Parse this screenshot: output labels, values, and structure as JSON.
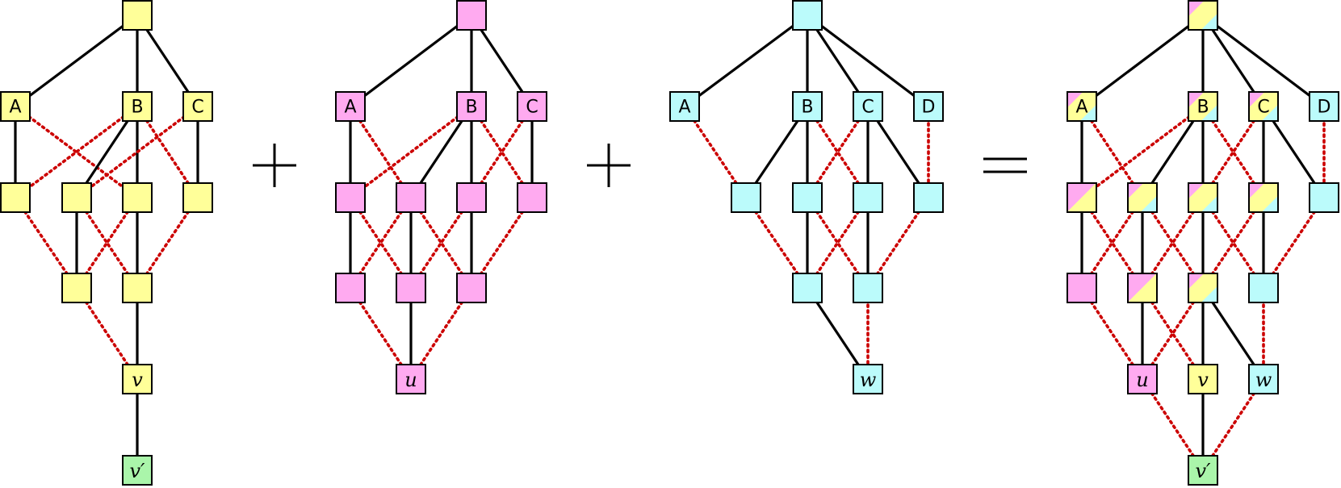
{
  "colors": {
    "yellow": "#ffff99",
    "pink": "#ffaaf0",
    "cyan": "#bbfbfb",
    "green": "#aaf5aa",
    "solid_edge": "#000000",
    "dotted_edge": "#cc0000"
  },
  "operators": [
    "plus",
    "plus",
    "equals"
  ],
  "graphs": [
    {
      "id": "yellow-graph",
      "nodes": [
        {
          "id": "r",
          "fill": [
            "yellow"
          ],
          "label": ""
        },
        {
          "id": "A",
          "fill": [
            "yellow"
          ],
          "label": "A"
        },
        {
          "id": "B",
          "fill": [
            "yellow"
          ],
          "label": "B"
        },
        {
          "id": "C",
          "fill": [
            "yellow"
          ],
          "label": "C"
        },
        {
          "id": "m1",
          "fill": [
            "yellow"
          ],
          "label": ""
        },
        {
          "id": "m2",
          "fill": [
            "yellow"
          ],
          "label": ""
        },
        {
          "id": "m3",
          "fill": [
            "yellow"
          ],
          "label": ""
        },
        {
          "id": "m4",
          "fill": [
            "yellow"
          ],
          "label": ""
        },
        {
          "id": "l1",
          "fill": [
            "yellow"
          ],
          "label": ""
        },
        {
          "id": "l2",
          "fill": [
            "yellow"
          ],
          "label": ""
        },
        {
          "id": "v",
          "fill": [
            "yellow"
          ],
          "label": "v",
          "math": true
        },
        {
          "id": "vp",
          "fill": [
            "green"
          ],
          "label": "v′",
          "math": true
        }
      ],
      "edges": [
        [
          "r",
          "A",
          "solid"
        ],
        [
          "r",
          "B",
          "solid"
        ],
        [
          "r",
          "C",
          "solid"
        ],
        [
          "A",
          "m1",
          "solid"
        ],
        [
          "A",
          "m3",
          "dotted"
        ],
        [
          "B",
          "m1",
          "dotted"
        ],
        [
          "B",
          "m2",
          "solid"
        ],
        [
          "B",
          "m3",
          "solid"
        ],
        [
          "B",
          "m4",
          "dotted"
        ],
        [
          "C",
          "m2",
          "dotted"
        ],
        [
          "C",
          "m4",
          "solid"
        ],
        [
          "m1",
          "l1",
          "dotted"
        ],
        [
          "m2",
          "l1",
          "solid"
        ],
        [
          "m2",
          "l2",
          "dotted"
        ],
        [
          "m3",
          "l1",
          "dotted"
        ],
        [
          "m3",
          "l2",
          "solid"
        ],
        [
          "m4",
          "l2",
          "dotted"
        ],
        [
          "l1",
          "v",
          "dotted"
        ],
        [
          "l2",
          "v",
          "solid"
        ],
        [
          "v",
          "vp",
          "solid"
        ]
      ]
    },
    {
      "id": "pink-graph",
      "nodes": [
        {
          "id": "r",
          "fill": [
            "pink"
          ],
          "label": ""
        },
        {
          "id": "A",
          "fill": [
            "pink"
          ],
          "label": "A"
        },
        {
          "id": "B",
          "fill": [
            "pink"
          ],
          "label": "B"
        },
        {
          "id": "C",
          "fill": [
            "pink"
          ],
          "label": "C"
        },
        {
          "id": "m1",
          "fill": [
            "pink"
          ],
          "label": ""
        },
        {
          "id": "m2",
          "fill": [
            "pink"
          ],
          "label": ""
        },
        {
          "id": "m3",
          "fill": [
            "pink"
          ],
          "label": ""
        },
        {
          "id": "m4",
          "fill": [
            "pink"
          ],
          "label": ""
        },
        {
          "id": "l0",
          "fill": [
            "pink"
          ],
          "label": ""
        },
        {
          "id": "l1",
          "fill": [
            "pink"
          ],
          "label": ""
        },
        {
          "id": "l2",
          "fill": [
            "pink"
          ],
          "label": ""
        },
        {
          "id": "u",
          "fill": [
            "pink"
          ],
          "label": "u",
          "math": true
        }
      ],
      "edges": [
        [
          "r",
          "A",
          "solid"
        ],
        [
          "r",
          "B",
          "solid"
        ],
        [
          "r",
          "C",
          "solid"
        ],
        [
          "A",
          "m1",
          "solid"
        ],
        [
          "A",
          "m2",
          "dotted"
        ],
        [
          "B",
          "m1",
          "dotted"
        ],
        [
          "B",
          "m2",
          "solid"
        ],
        [
          "B",
          "m3",
          "solid"
        ],
        [
          "B",
          "m4",
          "dotted"
        ],
        [
          "C",
          "m3",
          "dotted"
        ],
        [
          "C",
          "m4",
          "solid"
        ],
        [
          "m1",
          "l0",
          "solid"
        ],
        [
          "m1",
          "l1",
          "dotted"
        ],
        [
          "m2",
          "l0",
          "dotted"
        ],
        [
          "m2",
          "l1",
          "solid"
        ],
        [
          "m2",
          "l2",
          "dotted"
        ],
        [
          "m3",
          "l1",
          "dotted"
        ],
        [
          "m3",
          "l2",
          "solid"
        ],
        [
          "m4",
          "l2",
          "dotted"
        ],
        [
          "l0",
          "u",
          "dotted"
        ],
        [
          "l1",
          "u",
          "solid"
        ],
        [
          "l2",
          "u",
          "dotted"
        ]
      ]
    },
    {
      "id": "cyan-graph",
      "nodes": [
        {
          "id": "r",
          "fill": [
            "cyan"
          ],
          "label": ""
        },
        {
          "id": "A",
          "fill": [
            "cyan"
          ],
          "label": "A"
        },
        {
          "id": "B",
          "fill": [
            "cyan"
          ],
          "label": "B"
        },
        {
          "id": "C",
          "fill": [
            "cyan"
          ],
          "label": "C"
        },
        {
          "id": "D",
          "fill": [
            "cyan"
          ],
          "label": "D"
        },
        {
          "id": "m1",
          "fill": [
            "cyan"
          ],
          "label": ""
        },
        {
          "id": "m2",
          "fill": [
            "cyan"
          ],
          "label": ""
        },
        {
          "id": "m3",
          "fill": [
            "cyan"
          ],
          "label": ""
        },
        {
          "id": "m4",
          "fill": [
            "cyan"
          ],
          "label": ""
        },
        {
          "id": "l1",
          "fill": [
            "cyan"
          ],
          "label": ""
        },
        {
          "id": "l2",
          "fill": [
            "cyan"
          ],
          "label": ""
        },
        {
          "id": "w",
          "fill": [
            "cyan"
          ],
          "label": "w",
          "math": true
        }
      ],
      "edges": [
        [
          "r",
          "A",
          "solid"
        ],
        [
          "r",
          "B",
          "solid"
        ],
        [
          "r",
          "C",
          "solid"
        ],
        [
          "r",
          "D",
          "solid"
        ],
        [
          "A",
          "m1",
          "dotted"
        ],
        [
          "B",
          "m1",
          "solid"
        ],
        [
          "B",
          "m2",
          "solid"
        ],
        [
          "B",
          "m3",
          "dotted"
        ],
        [
          "C",
          "m2",
          "dotted"
        ],
        [
          "C",
          "m3",
          "solid"
        ],
        [
          "C",
          "m4",
          "solid"
        ],
        [
          "D",
          "m4",
          "dotted"
        ],
        [
          "m1",
          "l1",
          "dotted"
        ],
        [
          "m2",
          "l1",
          "solid"
        ],
        [
          "m2",
          "l2",
          "dotted"
        ],
        [
          "m3",
          "l1",
          "dotted"
        ],
        [
          "m3",
          "l2",
          "solid"
        ],
        [
          "m4",
          "l2",
          "dotted"
        ],
        [
          "l1",
          "w",
          "solid"
        ],
        [
          "l2",
          "w",
          "dotted"
        ]
      ]
    },
    {
      "id": "sum-graph",
      "nodes": [
        {
          "id": "r",
          "fill": [
            "pink",
            "yellow",
            "cyan"
          ],
          "label": ""
        },
        {
          "id": "A",
          "fill": [
            "pink",
            "yellow",
            "cyan"
          ],
          "label": "A"
        },
        {
          "id": "B",
          "fill": [
            "pink",
            "yellow",
            "cyan"
          ],
          "label": "B"
        },
        {
          "id": "C",
          "fill": [
            "pink",
            "yellow",
            "cyan"
          ],
          "label": "C"
        },
        {
          "id": "D",
          "fill": [
            "cyan"
          ],
          "label": "D"
        },
        {
          "id": "m1",
          "fill": [
            "pink",
            "yellow"
          ],
          "label": ""
        },
        {
          "id": "m2",
          "fill": [
            "pink",
            "yellow",
            "cyan"
          ],
          "label": ""
        },
        {
          "id": "m3",
          "fill": [
            "pink",
            "yellow",
            "cyan"
          ],
          "label": ""
        },
        {
          "id": "m4",
          "fill": [
            "pink",
            "yellow",
            "cyan"
          ],
          "label": ""
        },
        {
          "id": "m5",
          "fill": [
            "cyan"
          ],
          "label": ""
        },
        {
          "id": "l1",
          "fill": [
            "pink"
          ],
          "label": ""
        },
        {
          "id": "l2",
          "fill": [
            "pink",
            "yellow"
          ],
          "label": ""
        },
        {
          "id": "l3",
          "fill": [
            "pink",
            "yellow",
            "cyan"
          ],
          "label": ""
        },
        {
          "id": "l4",
          "fill": [
            "cyan"
          ],
          "label": ""
        },
        {
          "id": "u",
          "fill": [
            "pink"
          ],
          "label": "u",
          "math": true
        },
        {
          "id": "v",
          "fill": [
            "yellow"
          ],
          "label": "v",
          "math": true
        },
        {
          "id": "w",
          "fill": [
            "cyan"
          ],
          "label": "w",
          "math": true
        },
        {
          "id": "vp",
          "fill": [
            "green"
          ],
          "label": "v′",
          "math": true
        }
      ],
      "edges": [
        [
          "r",
          "A",
          "solid"
        ],
        [
          "r",
          "B",
          "solid"
        ],
        [
          "r",
          "C",
          "solid"
        ],
        [
          "r",
          "D",
          "solid"
        ],
        [
          "A",
          "m1",
          "solid"
        ],
        [
          "A",
          "m2",
          "dotted"
        ],
        [
          "B",
          "m1",
          "dotted"
        ],
        [
          "B",
          "m2",
          "solid"
        ],
        [
          "B",
          "m3",
          "solid"
        ],
        [
          "B",
          "m4",
          "dotted"
        ],
        [
          "C",
          "m3",
          "dotted"
        ],
        [
          "C",
          "m4",
          "solid"
        ],
        [
          "C",
          "m5",
          "solid"
        ],
        [
          "D",
          "m5",
          "dotted"
        ],
        [
          "m1",
          "l1",
          "solid"
        ],
        [
          "m1",
          "l2",
          "dotted"
        ],
        [
          "m2",
          "l1",
          "dotted"
        ],
        [
          "m2",
          "l2",
          "solid"
        ],
        [
          "m2",
          "l3",
          "dotted"
        ],
        [
          "m3",
          "l2",
          "dotted"
        ],
        [
          "m3",
          "l3",
          "solid"
        ],
        [
          "m3",
          "l4",
          "dotted"
        ],
        [
          "m4",
          "l3",
          "dotted"
        ],
        [
          "m4",
          "l4",
          "solid"
        ],
        [
          "m5",
          "l4",
          "dotted"
        ],
        [
          "l1",
          "u",
          "dotted"
        ],
        [
          "l2",
          "u",
          "solid"
        ],
        [
          "l2",
          "v",
          "dotted"
        ],
        [
          "l3",
          "u",
          "dotted"
        ],
        [
          "l3",
          "v",
          "solid"
        ],
        [
          "l3",
          "w",
          "solid"
        ],
        [
          "l4",
          "w",
          "dotted"
        ],
        [
          "u",
          "vp",
          "dotted"
        ],
        [
          "v",
          "vp",
          "solid"
        ],
        [
          "w",
          "vp",
          "dotted"
        ]
      ]
    }
  ]
}
